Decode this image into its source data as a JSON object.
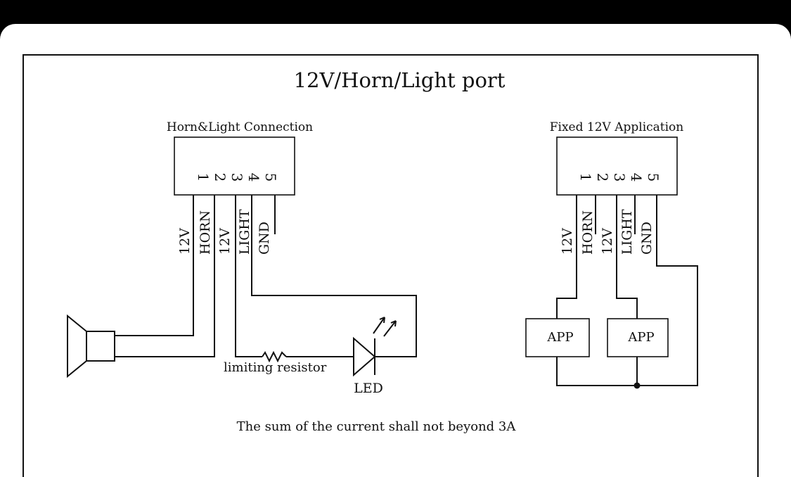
{
  "title": "12V/Horn/Light port",
  "left_section": {
    "title": "Horn&Light Connection",
    "pins": [
      "1",
      "2",
      "3",
      "4",
      "5"
    ],
    "pin_labels": [
      "12V",
      "HORN",
      "12V",
      "LIGHT",
      "GND"
    ],
    "resistor_label": "limiting resistor",
    "led_label": "LED",
    "speaker_icon": "speaker-icon",
    "led_icon": "led-diode-icon",
    "resistor_icon": "resistor-icon"
  },
  "right_section": {
    "title": "Fixed 12V Application",
    "pins": [
      "1",
      "2",
      "3",
      "4",
      "5"
    ],
    "pin_labels": [
      "12V",
      "HORN",
      "12V",
      "LIGHT",
      "GND"
    ],
    "app_labels": [
      "APP",
      "APP"
    ]
  },
  "footer_note": "The sum of the current shall not beyond 3A",
  "colors": {
    "background": "#000000",
    "card": "#ffffff",
    "ink": "#111111"
  }
}
